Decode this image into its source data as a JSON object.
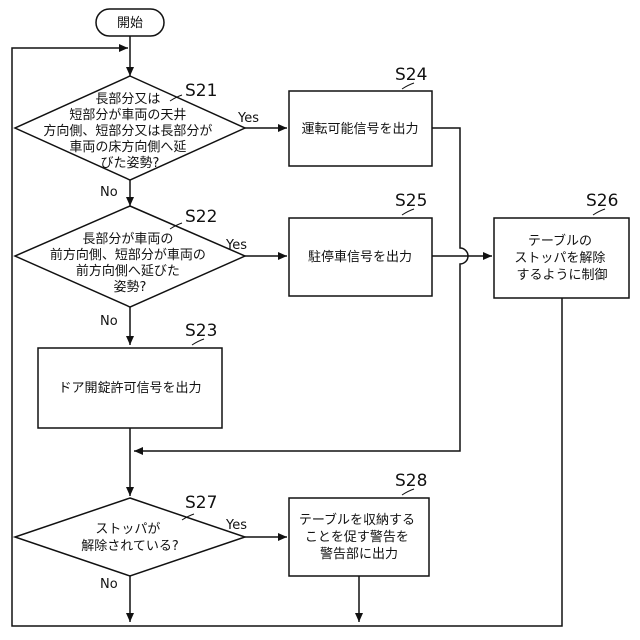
{
  "start": {
    "label": "開始"
  },
  "steps": {
    "s21": {
      "label": "S21",
      "lines": [
        "長部分又は",
        "短部分が車両の天井",
        "方向側、短部分又は長部分が",
        "車両の床方向側へ延",
        "びた姿勢?"
      ],
      "yes": "Yes",
      "no": "No"
    },
    "s22": {
      "label": "S22",
      "lines": [
        "長部分が車両の",
        "前方向側、短部分が車両の",
        "前方向側へ延びた",
        "姿勢?"
      ],
      "yes": "Yes",
      "no": "No"
    },
    "s23": {
      "label": "S23",
      "lines": [
        "ドア開錠許可信号を出力"
      ]
    },
    "s24": {
      "label": "S24",
      "lines": [
        "運転可能信号を出力"
      ]
    },
    "s25": {
      "label": "S25",
      "lines": [
        "駐停車信号を出力"
      ]
    },
    "s26": {
      "label": "S26",
      "lines": [
        "テーブルの",
        "ストッパを解除",
        "するように制御"
      ]
    },
    "s27": {
      "label": "S27",
      "lines": [
        "ストッパが",
        "解除されている?"
      ],
      "yes": "Yes",
      "no": "No"
    },
    "s28": {
      "label": "S28",
      "lines": [
        "テーブルを収納する",
        "ことを促す警告を",
        "警告部に出力"
      ]
    }
  }
}
